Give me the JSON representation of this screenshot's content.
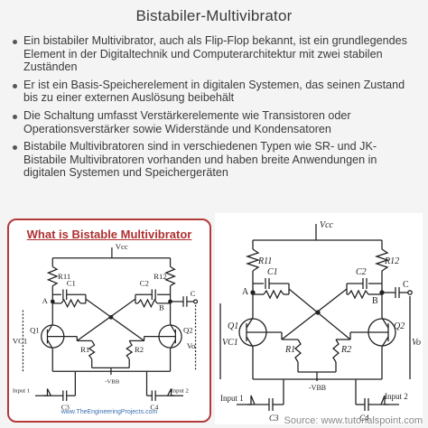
{
  "title": "Bistabiler-Multivibrator",
  "bullets": [
    "Ein bistabiler Multivibrator, auch als Flip-Flop bekannt, ist ein grundlegendes Element in der Digitaltechnik und Computerarchitektur mit zwei stabilen Zuständen",
    "Er ist ein Basis-Speicherelement in digitalen Systemen, das seinen Zustand bis zu einer externen Auslösung beibehält",
    "Die Schaltung umfasst Verstärkerelemente wie Transistoren oder Operationsverstärker sowie Widerstände und Kondensatoren",
    "Bistabile Multivibratoren sind in verschiedenen Typen wie SR- und JK-Bistabile Multivibratoren vorhanden und haben breite Anwendungen in digitalen Systemen und Speichergeräten"
  ],
  "left_figure": {
    "title": "What is Bistable Multivibrator",
    "credit": "www.TheEngineeringProjects.com",
    "labels": {
      "vcc": "Vcc",
      "r11": "R11",
      "r12": "R12",
      "c1": "C1",
      "c2": "C2",
      "a": "A",
      "b": "B",
      "c": "C",
      "q1": "Q1",
      "q2": "Q2",
      "r1": "R1",
      "r2": "R2",
      "vc1": "VC1",
      "vo": "Vo",
      "vbb": "-VBB",
      "input1": "Input 1",
      "input2": "Input 2",
      "c3": "C3",
      "c4": "C4"
    }
  },
  "right_figure": {
    "labels": {
      "vcc": "Vcc",
      "r11": "R11",
      "r12": "R12",
      "c1": "C1",
      "c2": "C2",
      "a": "A",
      "b": "B",
      "c": "C",
      "q1": "Q1",
      "q2": "Q2",
      "r1": "R1",
      "r2": "R2",
      "vc1": "VC1",
      "vo": "Vo",
      "vbb": "-VBB",
      "input1": "Input 1",
      "input2": "Input 2",
      "c3": "C3",
      "c4": "C4"
    },
    "source": "Source: www.tutorialspoint.com"
  }
}
